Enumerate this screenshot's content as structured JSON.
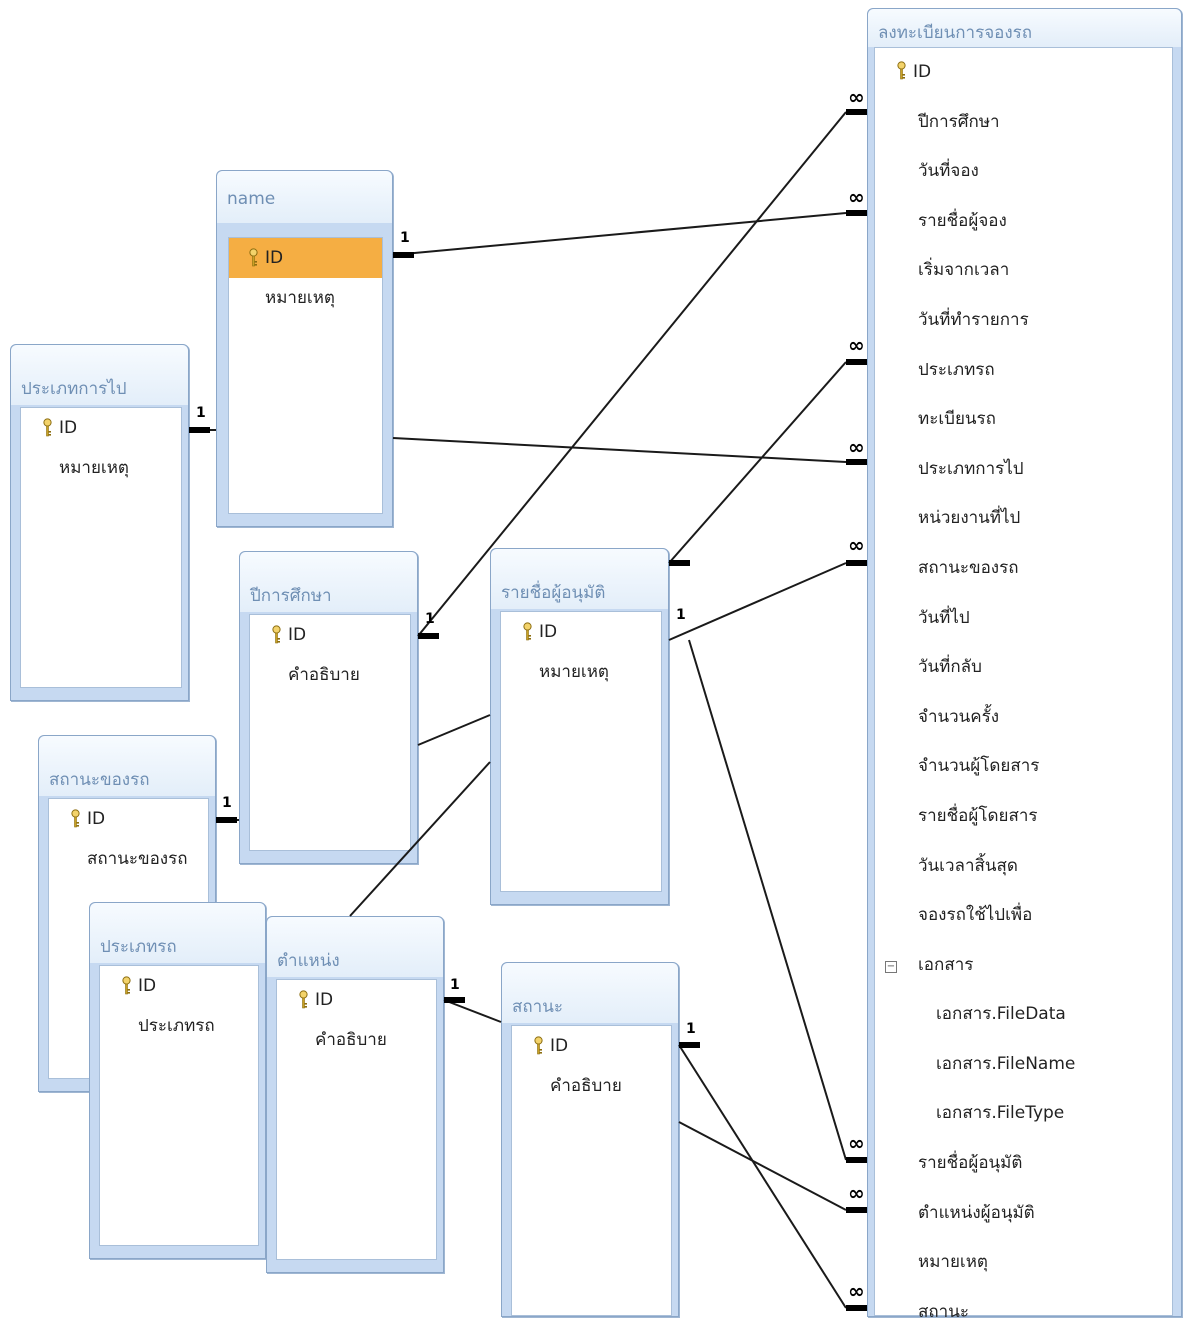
{
  "tables": {
    "name": {
      "title": "name",
      "rows": [
        "ID",
        "หมายเหตุ"
      ]
    },
    "travel_type": {
      "title": "ประเภทการไป",
      "rows": [
        "ID",
        "หมายเหตุ"
      ]
    },
    "academic_year": {
      "title": "ปีการศึกษา",
      "rows": [
        "ID",
        "คำอธิบาย"
      ]
    },
    "approver": {
      "title": "รายชื่อผู้อนุมัติ",
      "rows": [
        "ID",
        "หมายเหตุ"
      ]
    },
    "car_status": {
      "title": "สถานะของรถ",
      "rows": [
        "ID",
        "สถานะของรถ"
      ]
    },
    "car_type": {
      "title": "ประเภทรถ",
      "rows": [
        "ID",
        "ประเภทรถ"
      ]
    },
    "position": {
      "title": "ตำแหน่ง",
      "rows": [
        "ID",
        "คำอธิบาย"
      ]
    },
    "status": {
      "title": "สถานะ",
      "rows": [
        "ID",
        "คำอธิบาย"
      ]
    },
    "booking": {
      "title": "ลงทะเบียนการจองรถ",
      "rows": [
        "ID",
        "ปีการศึกษา",
        "วันที่จอง",
        "รายชื่อผู้จอง",
        "เริ่มจากเวลา",
        "วันที่ทำรายการ",
        "ประเภทรถ",
        "ทะเบียนรถ",
        "ประเภทการไป",
        "หน่วยงานที่ไป",
        "สถานะของรถ",
        "วันที่ไป",
        "วันที่กลับ",
        "จำนวนครั้ง",
        "จำนวนผู้โดยสาร",
        "รายชื่อผู้โดยสาร",
        "วันเวลาสิ้นสุด",
        "จองรถใช้ไปเพื่อ",
        "เอกสาร",
        "เอกสาร.FileData",
        "เอกสาร.FileName",
        "เอกสาร.FileType",
        "รายชื่อผู้อนุมัติ",
        "ตำแหน่งผู้อนุมัติ",
        "หมายเหตุ",
        "สถานะ"
      ]
    }
  },
  "markers": {
    "one": "1",
    "many": "∞"
  },
  "expander_symbol": "−",
  "icons": {
    "primary_key": "key-icon"
  }
}
